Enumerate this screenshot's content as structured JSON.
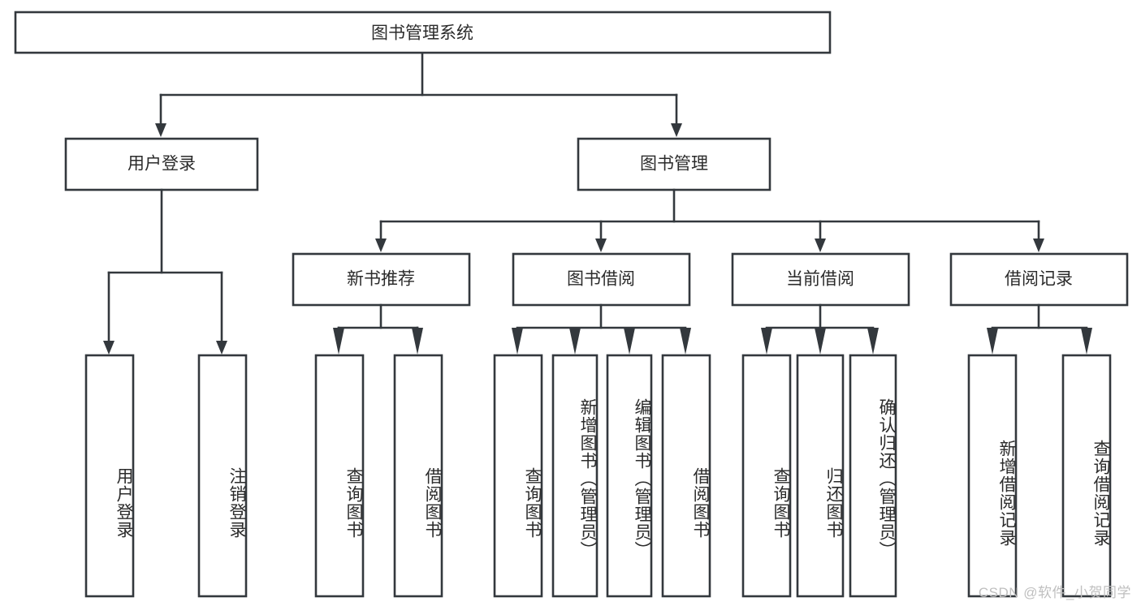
{
  "diagram": {
    "type": "tree",
    "title": "图书管理系统",
    "root": {
      "label": "图书管理系统",
      "level": 0
    },
    "level2": [
      {
        "label": "用户登录"
      },
      {
        "label": "图书管理"
      }
    ],
    "level3": [
      {
        "label": "新书推荐"
      },
      {
        "label": "图书借阅"
      },
      {
        "label": "当前借阅"
      },
      {
        "label": "借阅记录"
      }
    ],
    "leaves": {
      "user_login": [
        {
          "label": "用户登录"
        },
        {
          "label": "注销登录"
        }
      ],
      "new_book_recommend": [
        {
          "label": "查询图书"
        },
        {
          "label": "借阅图书"
        }
      ],
      "book_borrow": [
        {
          "label": "查询图书"
        },
        {
          "label": "新增图书（管理员）"
        },
        {
          "label": "编辑图书（管理员）"
        },
        {
          "label": "借阅图书"
        }
      ],
      "current_borrow": [
        {
          "label": "查询图书"
        },
        {
          "label": "归还图书"
        },
        {
          "label": "确认归还（管理员）"
        }
      ],
      "borrow_record": [
        {
          "label": "新增借阅记录"
        },
        {
          "label": "查询借阅记录"
        }
      ]
    }
  },
  "watermark": {
    "text": "CSDN @软件_小贺同学"
  },
  "colors": {
    "stroke": "#33383d",
    "box_fill": "#ffffff",
    "text": "#2b2b2b",
    "watermark": "#bfbfbf",
    "background": "#ffffff"
  }
}
